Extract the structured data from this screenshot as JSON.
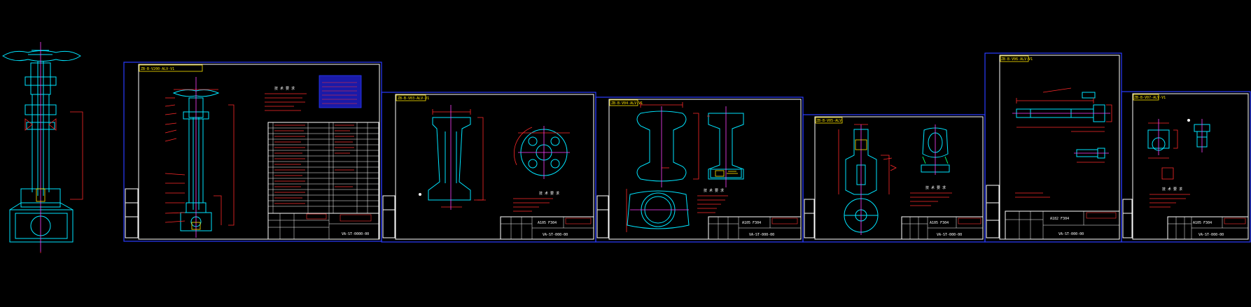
{
  "viewport": {
    "background": "#000000"
  },
  "colors": {
    "frame": "#2a3cff",
    "outline": "#00e5ff",
    "dimension": "#ff2a2a",
    "text": "#ffffff",
    "centerline": "#ff40ff",
    "highlight": "#ffe800"
  },
  "sheets": [
    {
      "id": "sheet-1",
      "tag": "ZB-B-V200-ALV-V1",
      "material": "",
      "drawing_no": "VA-ST-0000-00",
      "title_cn": "截止阀装配图"
    },
    {
      "id": "sheet-2",
      "tag": "ZB-B-V03-ALV-V1",
      "material": "A105 F304",
      "drawing_no": "VA-ST-000-00",
      "title_cn": "阀体"
    },
    {
      "id": "sheet-3",
      "tag": "ZB-B-V04-ALV-V1",
      "material": "A105 F304",
      "drawing_no": "VA-ST-000-00",
      "title_cn": "阀盖"
    },
    {
      "id": "sheet-4",
      "tag": "ZB-B-V05-ALV",
      "material": "A105 F304",
      "drawing_no": "VA-ST-000-00",
      "title_cn": "阀瓣"
    },
    {
      "id": "sheet-5",
      "tag": "ZB-B-V06-ALV-V1",
      "material": "A182 F304",
      "drawing_no": "VA-ST-000-00",
      "title_cn": "阀杆"
    },
    {
      "id": "sheet-6",
      "tag": "ZB-B-V07-ALV-V1",
      "material": "A105 F304",
      "drawing_no": "VA-ST-000-00",
      "title_cn": "支架"
    }
  ],
  "notes_heading": "技 术 要 求"
}
